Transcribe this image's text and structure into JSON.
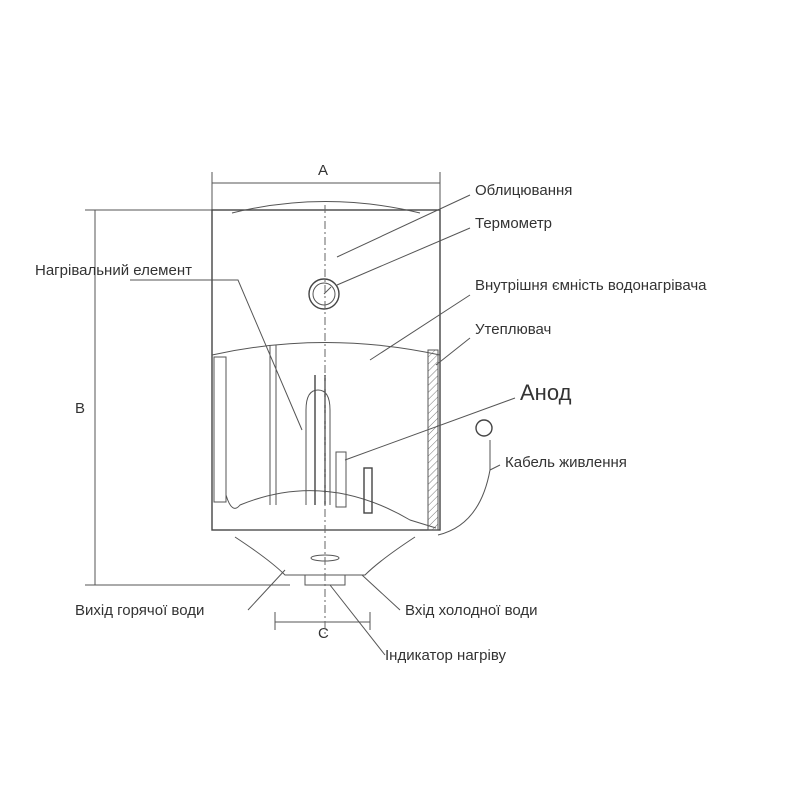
{
  "dimensions": {
    "a": "A",
    "b": "B",
    "c": "C"
  },
  "labels": {
    "casing": "Облицювання",
    "thermometer": "Термометр",
    "heating_element": "Нагрівальний елемент",
    "inner_tank": "Внутрішня ємність водонагрівача",
    "insulation": "Утеплювач",
    "anode": "Анод",
    "power_cable": "Кабель живлення",
    "hot_water_outlet": "Вихід горячої води",
    "cold_water_inlet": "Вхід холодної води",
    "heating_indicator": "Індикатор нагріву"
  }
}
